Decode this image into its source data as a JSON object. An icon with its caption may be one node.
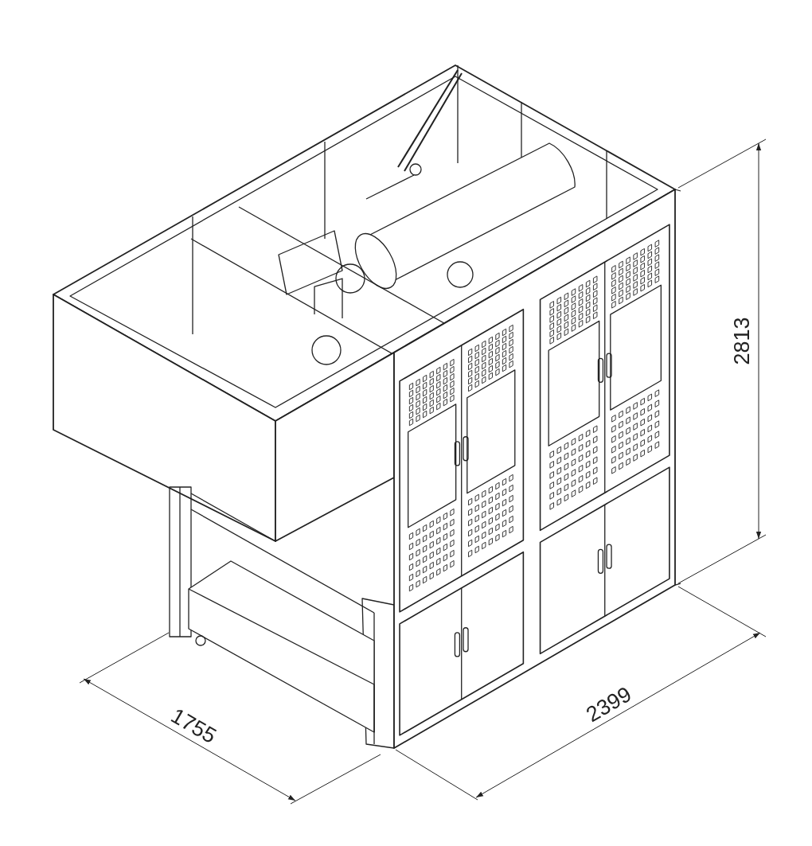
{
  "diagram": {
    "labels": [
      "2813",
      "2399",
      "1755"
    ]
  }
}
